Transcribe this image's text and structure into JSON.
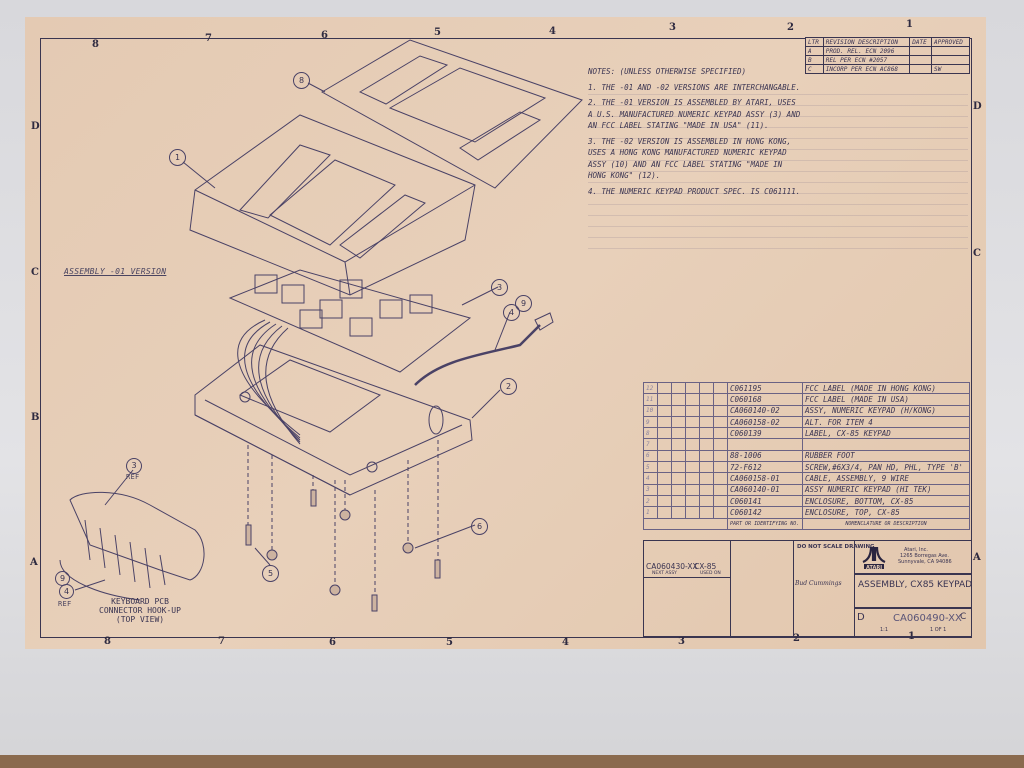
{
  "zones": {
    "columns": [
      "8",
      "7",
      "6",
      "5",
      "4",
      "3",
      "2",
      "1"
    ],
    "rows": [
      "D",
      "C",
      "B",
      "A"
    ]
  },
  "revisions": {
    "header": [
      "LTR",
      "REVISION DESCRIPTION",
      "DATE",
      "APPROVED"
    ],
    "rows": [
      {
        "ltr": "A",
        "desc": "PROD. REL. ECN 2096",
        "date": "",
        "appr": ""
      },
      {
        "ltr": "B",
        "desc": "REL PER ECN #2057",
        "date": "",
        "appr": ""
      },
      {
        "ltr": "C",
        "desc": "INCORP PER ECN AC868",
        "date": "",
        "appr": "SW"
      }
    ]
  },
  "notes": {
    "title": "NOTES: (UNLESS OTHERWISE SPECIFIED)",
    "items": [
      "1. THE -01 AND -02 VERSIONS ARE INTERCHANGABLE.",
      "2. THE -01 VERSION IS ASSEMBLED BY ATARI, USES A U.S. MANUFACTURED NUMERIC KEYPAD ASSY (3) AND AN FCC LABEL STATING \"MADE IN USA\" (11).",
      "3. THE -02 VERSION IS ASSEMBLED IN HONG KONG, USES A HONG KONG MANUFACTURED NUMERIC KEYPAD ASSY (10) AND AN FCC LABEL STATING \"MADE IN HONG KONG\" (12).",
      "4. THE NUMERIC KEYPAD PRODUCT SPEC. IS C061111."
    ]
  },
  "view_label": "ASSEMBLY -01 VERSION",
  "callouts": [
    "1",
    "2",
    "3",
    "4",
    "5",
    "6",
    "8",
    "9"
  ],
  "inset": {
    "ref_label": "REF",
    "title": [
      "KEYBOARD PCB",
      "CONNECTOR HOOK-UP",
      "(TOP VIEW)"
    ]
  },
  "parts_list": {
    "rows": [
      {
        "item": "12",
        "part": "C061195",
        "desc": "FCC LABEL (MADE IN HONG KONG)"
      },
      {
        "item": "11",
        "part": "C060168",
        "desc": "FCC LABEL (MADE IN USA)"
      },
      {
        "item": "10",
        "part": "CA060140-02",
        "desc": "ASSY, NUMERIC KEYPAD (H/KONG)"
      },
      {
        "item": "9",
        "part": "CA060158-02",
        "desc": "ALT. FOR ITEM 4"
      },
      {
        "item": "8",
        "part": "C060139",
        "desc": "LABEL, CX-85 KEYPAD"
      },
      {
        "item": "7",
        "part": "",
        "desc": ""
      },
      {
        "item": "6",
        "part": "88-1006",
        "desc": "RUBBER FOOT"
      },
      {
        "item": "5",
        "part": "72-F612",
        "desc": "SCREW,#6X3/4, PAN HD, PHL, TYPE 'B'"
      },
      {
        "item": "4",
        "part": "CA060158-01",
        "desc": "CABLE, ASSEMBLY, 9 WIRE"
      },
      {
        "item": "3",
        "part": "CA060140-01",
        "desc": "ASSY NUMERIC KEYPAD (HI TEK)"
      },
      {
        "item": "2",
        "part": "C060141",
        "desc": "ENCLOSURE, BOTTOM, CX-85"
      },
      {
        "item": "1",
        "part": "C060142",
        "desc": "ENCLOSURE, TOP, CX-85"
      }
    ],
    "footer": {
      "part": "PART OR IDENTIFYING NO.",
      "desc": "NOMENCLATURE OR DESCRIPTION"
    }
  },
  "title_block": {
    "next_assy": "CA060430-XX",
    "used_on": "CX-85",
    "next_assy_label": "NEXT ASSY",
    "used_on_label": "USED ON",
    "do_not_scale": "DO NOT SCALE DRAWING",
    "company": "Atari, Inc.",
    "address1": "1265 Borregas Ave.",
    "address2": "Sunnyvale, CA 94086",
    "logo_text": "ATARI",
    "title": "ASSEMBLY, CX85 KEYPAD",
    "size": "D",
    "drawing_no": "CA060490-XX",
    "rev": "C",
    "scale": "1:1",
    "sheet": "1 OF 1",
    "checked_by": "Bud Cummings"
  },
  "colors": {
    "paper": "#e6ccb5",
    "ink": "#3a3550",
    "background": "#dcdcdf"
  }
}
